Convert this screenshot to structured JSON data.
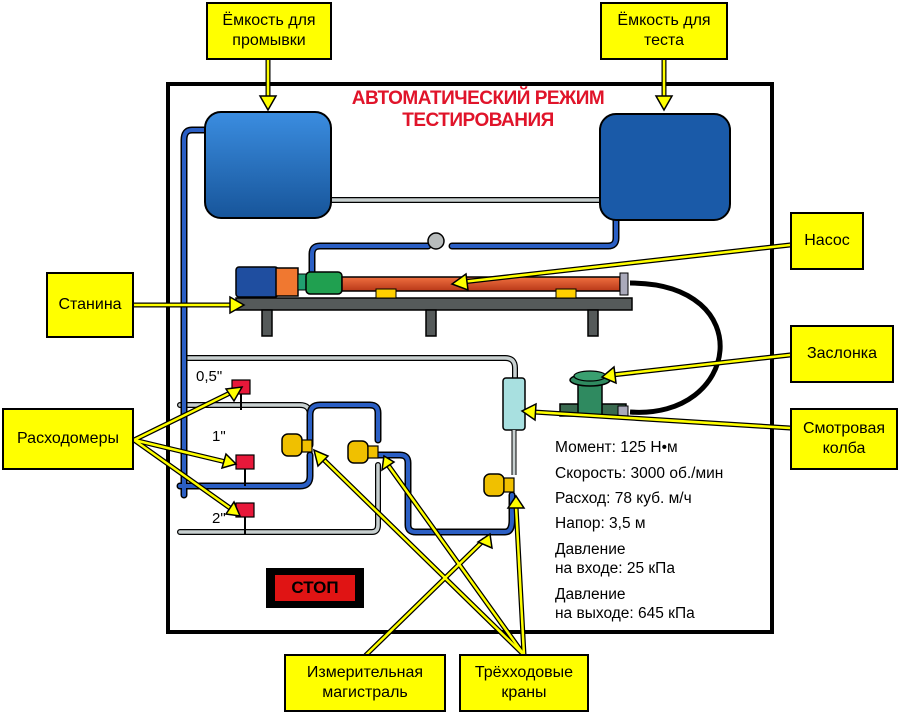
{
  "title": "АВТОМАТИЧЕСКИЙ РЕЖИМ\nТЕСТИРОВАНИЯ",
  "callouts": {
    "wash_tank": "Ёмкость для\nпромывки",
    "test_tank": "Ёмкость для\nтеста",
    "pump": "Насос",
    "frame": "Станина",
    "valve": "Заслонка",
    "flowmeters": "Расходомеры",
    "sight_glass": "Смотровая\nколба",
    "measuring_line": "Измерительная\nмагистраль",
    "three_way_valves": "Трёхходовые\nкраны"
  },
  "flowmeter_sizes": [
    "0,5\"",
    "1\"",
    "2\""
  ],
  "readouts": {
    "torque": "Момент: 125 Н•м",
    "speed": "Скорость: 3000 об./мин",
    "flow": "Расход: 78 куб. м/ч",
    "head": "Напор: 3,5 м",
    "inlet_pressure": "Давление\nна входе: 25 кПа",
    "outlet_pressure": "Давление\nна выходе: 645 кПа"
  },
  "stop_button": "СТОП",
  "colors": {
    "callout": "#ffff00",
    "title": "#e0142a",
    "tank": "#1e6fb8",
    "pipe_blue": "#2b5fc4",
    "pipe_gray": "#c8d0d0",
    "pump_line": "#d8502a",
    "stop": "#e01414"
  }
}
